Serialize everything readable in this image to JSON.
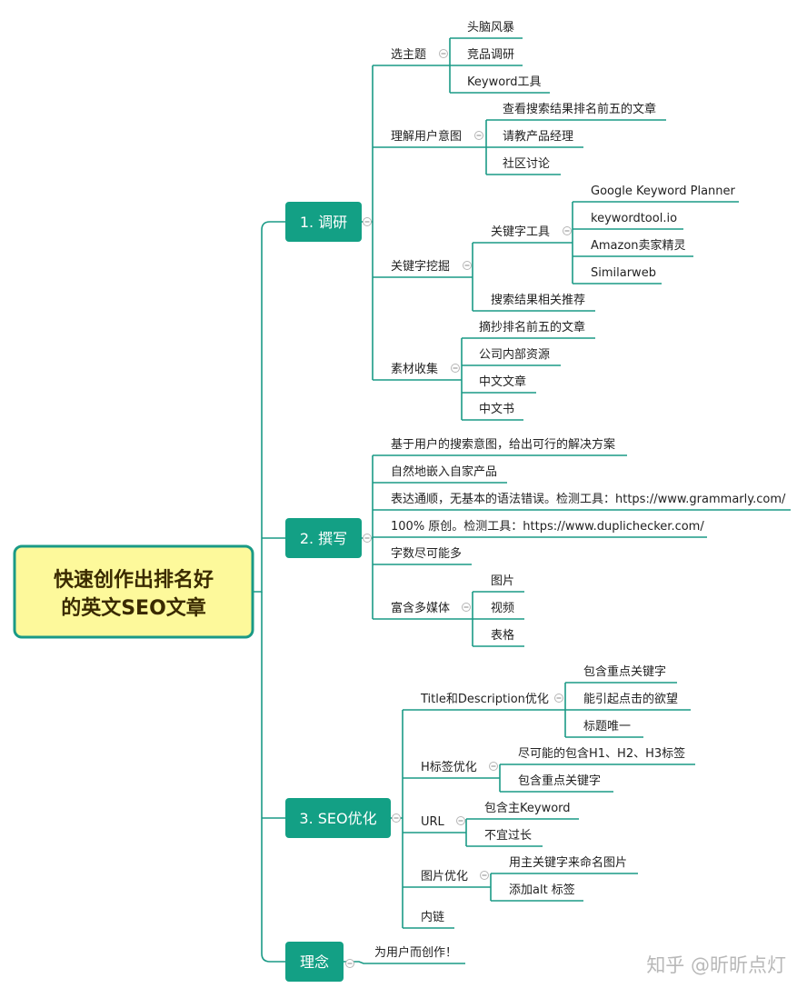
{
  "colors": {
    "line": "#1a9a86",
    "branch_fill": "#13a085",
    "root_fill": "#fdf99b",
    "root_border": "#1a9a86",
    "watermark": "#b8b8b8"
  },
  "root": {
    "line1": "快速创作出排名好",
    "line2": "的英文SEO文章"
  },
  "watermark": "知乎 @昕昕点灯",
  "b1": {
    "label": "1. 调研",
    "xzt": {
      "label": "选主题",
      "items": [
        "头脑风暴",
        "竞品调研",
        "Keyword工具"
      ]
    },
    "ljyh": {
      "label": "理解用户意图",
      "items": [
        "查看搜索结果排名前五的文章",
        "请教产品经理",
        "社区讨论"
      ]
    },
    "gjz": {
      "label": "关键字挖掘",
      "tool": {
        "label": "关键字工具",
        "items": [
          "Google Keyword Planner",
          "keywordtool.io",
          "Amazon卖家精灵",
          "Similarweb"
        ]
      },
      "related": "搜索结果相关推荐"
    },
    "sc": {
      "label": "素材收集",
      "items": [
        "摘抄排名前五的文章",
        "公司内部资源",
        "中文文章",
        "中文书"
      ]
    }
  },
  "b2": {
    "label": "2. 撰写",
    "items": [
      "基于用户的搜索意图，给出可行的解决方案",
      "自然地嵌入自家产品",
      "表达通顺，无基本的语法错误。检测工具：https://www.grammarly.com/",
      "100% 原创。检测工具：https://www.duplichecker.com/",
      "字数尽可能多"
    ],
    "media": {
      "label": "富含多媒体",
      "items": [
        "图片",
        "视频",
        "表格"
      ]
    }
  },
  "b3": {
    "label": "3. SEO优化",
    "td": {
      "label": "Title和Description优化",
      "items": [
        "包含重点关键字",
        "能引起点击的欲望",
        "标题唯一"
      ]
    },
    "h": {
      "label": "H标签优化",
      "items": [
        "尽可能的包含H1、H2、H3标签",
        "包含重点关键字"
      ]
    },
    "url": {
      "label": "URL",
      "items": [
        "包含主Keyword",
        "不宜过长"
      ]
    },
    "img": {
      "label": "图片优化",
      "items": [
        "用主关键字来命名图片",
        "添加alt 标签"
      ]
    },
    "inner": "内链"
  },
  "b4": {
    "label": "理念",
    "items": [
      "为用户而创作！"
    ]
  }
}
